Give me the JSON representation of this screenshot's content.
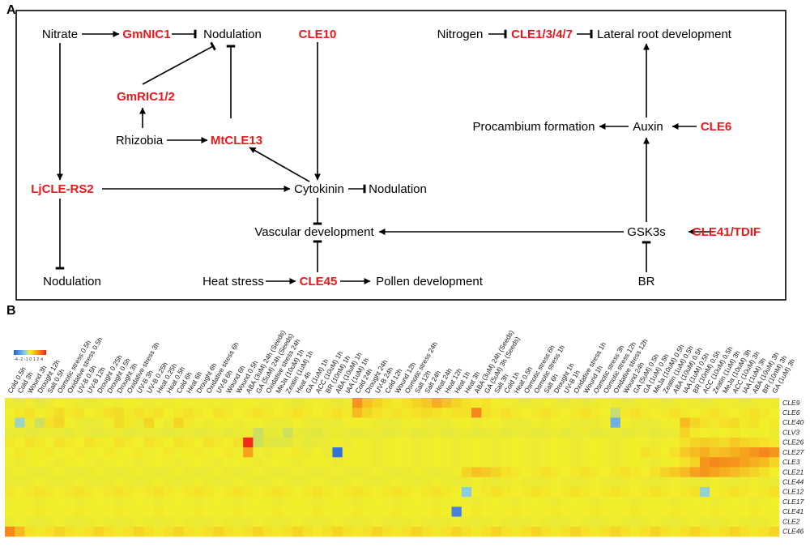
{
  "panel_a": {
    "label": "A",
    "nodes": {
      "nitrate": "Nitrate",
      "gmnic1": "GmNIC1",
      "nodulation_top": "Nodulation",
      "cle10": "CLE10",
      "nitrogen": "Nitrogen",
      "cle1347": "CLE1/3/4/7",
      "lateral_root": "Lateral root development",
      "gmric12": "GmRIC1/2",
      "rhizobia": "Rhizobia",
      "mtcle13": "MtCLE13",
      "procambium": "Procambium formation",
      "auxin": "Auxin",
      "cle6": "CLE6",
      "ljclers2": "LjCLE-RS2",
      "cytokinin": "Cytokinin",
      "nodulation_mid": "Nodulation",
      "vascular": "Vascular development",
      "gsk3s": "GSK3s",
      "cle41": "CLE41/TDIF",
      "nodulation_bottom": "Nodulation",
      "heat_stress": "Heat stress",
      "cle45": "CLE45",
      "pollen": "Pollen development",
      "br": "BR"
    }
  },
  "panel_b": {
    "label": "B",
    "scale_ticks": "-4 -2 -1 0 1 2 4"
  },
  "colors": {
    "red_text": "#e8191c",
    "heat_low": "#1f5fd8",
    "heat_mid": "#f3ee2a",
    "heat_high": "#f01d1a"
  },
  "chart_data": {
    "type": "heatmap",
    "title": "",
    "scale": {
      "min": -4,
      "max": 4,
      "ticks": [
        -4,
        -2,
        -1,
        0,
        1,
        2,
        4
      ]
    },
    "conditions": [
      "Cold 0.5h",
      "Cold 3h",
      "Wound 3h",
      "Drought 12h",
      "Salt 0.5h",
      "Osmotic stress 0.5h",
      "Oxidative stress 0.5h",
      "UV-B 0.5h",
      "UV-B 12h",
      "Drought 0.25h",
      "Drought 0.5h",
      "Drought 3h",
      "Oxidative stress 3h",
      "UV-B 3h",
      "UV-B 0.25h",
      "Heat 0.25h",
      "Heat 0.5h",
      "Cold 6h",
      "Heat 6h",
      "Drought 6h",
      "Oxidative stress 6h",
      "UV-B 6h",
      "Wound 6h",
      "Wound 0.5h",
      "ABA (3uM) 24h (Seeds)",
      "GA (5uM) 24h (Seeds)",
      "Oxidative stress 24h",
      "MeJa (10uM) 1h",
      "Zeatin (1uM) 1h",
      "Heat 4h",
      "GA (1uM) 1h",
      "ACC (10uM) 1h",
      "BR (10nM) 1h",
      "ABA (10uM) 1h",
      "IAA (1uM) 1h",
      "Cold 24h",
      "Drought 24h",
      "UV-B 24h",
      "Cold 12h",
      "Wound 12h",
      "Osmotic stress 24h",
      "Salt 12h",
      "Salt 24h",
      "Heat 24h",
      "Heat 12h",
      "Heat 1h",
      "Heat 3h",
      "ABA (3uM) 24h (Seeds)",
      "GA (5uM) 3h (Seeds)",
      "Salt 3h",
      "Cold 1h",
      "Heat 0.5h",
      "Osmotic stress 6h",
      "Osmotic stress 1h",
      "Salt 6h",
      "Drought 1h",
      "UV-B 1h",
      "Oxidative stress 1h",
      "Wound 1h",
      "Osmotic stress 3h",
      "Osmotic stress 12h",
      "Oxidative stress 12h",
      "Wound 24h",
      "GA (5uM) 0.5h",
      "GA (1uM) 0.5h",
      "MeJa (10uM) 0.5h",
      "Zeatin (1uM) 0.5h",
      "ABA (10uM) 0.5h",
      "IAA (1uM) 0.5h",
      "BR (10nM) 0.5h",
      "ACC (10uM) 0.5h",
      "Zeatin (1uM) 3h",
      "MeJa (10uM) 3h",
      "ACC (10uM) 3h",
      "IAA (1uM) 3h",
      "ABA (10uM) 3h",
      "BR (10nM) 3h",
      "GA (1uM) 3h"
    ],
    "genes": [
      "CLE9",
      "CLE6",
      "CLE40",
      "CLV3",
      "CLE26",
      "CLE27",
      "CLE3",
      "CLE21",
      "CLE44",
      "CLE12",
      "CLE17",
      "CLE41",
      "CLE2",
      "CLE46"
    ],
    "values": [
      [
        0.6,
        0.5,
        0.7,
        0.4,
        0.6,
        0.8,
        0.7,
        0.6,
        0.5,
        0.6,
        0.7,
        0.6,
        0.8,
        0.7,
        0.6,
        0.7,
        0.6,
        0.8,
        0.7,
        0.7,
        0.6,
        0.7,
        0.6,
        0.7,
        0.8,
        0.7,
        0.6,
        0.7,
        0.6,
        0.5,
        0.6,
        0.7,
        0.6,
        0.5,
        0.6,
        2.2,
        1.5,
        1.2,
        1.0,
        0.9,
        1.0,
        1.2,
        1.4,
        1.8,
        1.5,
        1.2,
        1.0,
        0.9,
        1.0,
        0.8,
        0.7,
        0.6,
        0.5,
        0.6,
        0.7,
        0.6,
        0.5,
        0.6,
        0.5,
        0.6,
        0.7,
        0.6,
        0.5,
        0.6,
        0.7,
        0.6,
        0.5,
        0.6,
        0.7,
        0.6,
        0.5,
        0.6,
        0.7,
        0.6,
        0.5,
        0.6,
        0.7,
        0.6
      ],
      [
        0.8,
        0.9,
        1.0,
        0.8,
        0.9,
        1.1,
        0.9,
        1.0,
        0.8,
        0.9,
        1.0,
        1.1,
        0.9,
        1.0,
        0.9,
        1.0,
        0.8,
        0.9,
        1.0,
        0.9,
        0.8,
        1.0,
        0.9,
        0.8,
        0.9,
        1.0,
        0.9,
        0.8,
        0.9,
        1.0,
        0.9,
        0.8,
        0.9,
        1.0,
        0.9,
        1.6,
        1.2,
        1.0,
        0.9,
        1.0,
        0.9,
        1.0,
        1.1,
        1.0,
        0.9,
        1.0,
        1.0,
        2.4,
        1.0,
        0.9,
        1.0,
        0.9,
        0.8,
        0.9,
        1.0,
        0.9,
        0.8,
        0.9,
        1.0,
        0.9,
        0.8,
        -0.4,
        0.9,
        1.0,
        0.9,
        0.8,
        0.9,
        1.0,
        0.9,
        0.8,
        0.9,
        1.0,
        0.9,
        0.8,
        0.9,
        1.0,
        0.9,
        0.8
      ],
      [
        0.7,
        -1.2,
        0.6,
        -0.2,
        1.0,
        1.2,
        0.8,
        0.6,
        0.5,
        0.6,
        0.7,
        1.1,
        0.9,
        0.6,
        1.2,
        0.8,
        0.6,
        1.2,
        0.9,
        0.7,
        0.6,
        0.8,
        0.7,
        0.6,
        0.7,
        0.8,
        0.6,
        0.5,
        0.6,
        0.8,
        0.6,
        0.5,
        0.6,
        0.5,
        0.7,
        0.8,
        0.7,
        0.6,
        0.5,
        0.6,
        0.7,
        0.8,
        0.6,
        0.5,
        0.6,
        0.7,
        0.8,
        0.6,
        0.7,
        0.8,
        0.6,
        0.5,
        0.6,
        0.7,
        0.6,
        0.8,
        0.7,
        0.6,
        0.5,
        0.6,
        0.7,
        -2.2,
        0.8,
        0.6,
        0.5,
        0.6,
        0.7,
        0.8,
        1.6,
        1.2,
        1.0,
        0.9,
        1.0,
        1.1,
        0.9,
        1.0,
        0.8,
        0.9
      ],
      [
        0.5,
        0.6,
        0.4,
        0.5,
        0.6,
        0.5,
        0.4,
        0.6,
        0.5,
        0.4,
        0.5,
        0.6,
        0.4,
        0.5,
        0.6,
        0.5,
        0.4,
        0.5,
        0.6,
        0.4,
        0.5,
        0.6,
        0.4,
        0.5,
        0.6,
        -0.3,
        0.4,
        0.5,
        -0.2,
        0.5,
        0.4,
        0.3,
        0.5,
        0.6,
        0.5,
        0.4,
        0.5,
        0.6,
        0.4,
        0.5,
        0.6,
        0.4,
        0.5,
        0.6,
        0.4,
        0.5,
        0.6,
        0.4,
        0.5,
        0.6,
        0.4,
        0.5,
        0.6,
        0.4,
        0.5,
        0.6,
        0.4,
        0.5,
        0.6,
        0.4,
        0.5,
        0.6,
        0.4,
        0.5,
        0.6,
        0.4,
        0.5,
        0.6,
        1.2,
        0.9,
        0.8,
        0.7,
        0.8,
        0.9,
        0.8,
        0.7,
        0.8,
        0.6
      ],
      [
        0.9,
        0.8,
        1.0,
        0.9,
        0.8,
        1.0,
        0.9,
        0.8,
        1.0,
        0.9,
        0.8,
        1.0,
        0.9,
        0.8,
        1.0,
        0.9,
        0.8,
        1.0,
        0.9,
        0.8,
        1.0,
        0.9,
        0.8,
        1.0,
        3.8,
        -0.2,
        0.3,
        0.2,
        0.3,
        0.6,
        0.4,
        0.5,
        0.6,
        0.7,
        0.6,
        0.8,
        0.7,
        0.6,
        0.7,
        0.8,
        0.7,
        0.6,
        0.7,
        0.8,
        0.7,
        0.6,
        0.7,
        0.8,
        0.7,
        0.6,
        0.7,
        0.8,
        0.7,
        0.6,
        0.7,
        0.8,
        0.7,
        0.6,
        0.7,
        0.8,
        0.7,
        0.6,
        0.7,
        0.8,
        0.7,
        0.6,
        0.7,
        0.8,
        1.0,
        1.2,
        1.3,
        1.2,
        1.1,
        1.4,
        1.2,
        1.1,
        1.0,
        0.9
      ],
      [
        0.8,
        0.9,
        0.7,
        0.8,
        0.9,
        0.7,
        0.8,
        0.9,
        0.7,
        0.8,
        0.9,
        0.7,
        0.8,
        0.9,
        0.7,
        0.8,
        0.9,
        0.7,
        0.8,
        0.9,
        0.7,
        0.8,
        0.9,
        0.7,
        2.0,
        0.7,
        0.6,
        0.7,
        0.8,
        0.9,
        0.6,
        0.8,
        0.6,
        -3.6,
        0.7,
        0.8,
        0.7,
        0.6,
        0.7,
        0.8,
        0.7,
        0.6,
        0.7,
        0.8,
        0.7,
        0.6,
        0.7,
        0.8,
        0.7,
        0.6,
        0.7,
        0.8,
        0.7,
        0.6,
        0.7,
        0.8,
        0.7,
        0.6,
        0.7,
        0.8,
        0.7,
        0.6,
        0.7,
        0.8,
        1.0,
        0.9,
        0.8,
        1.0,
        1.4,
        1.6,
        1.8,
        1.5,
        1.6,
        1.8,
        2.0,
        2.2,
        2.4,
        2.2
      ],
      [
        0.7,
        0.6,
        0.7,
        0.8,
        0.7,
        0.6,
        0.7,
        0.8,
        0.7,
        0.6,
        0.7,
        0.8,
        0.7,
        0.6,
        0.7,
        0.8,
        0.7,
        0.6,
        0.7,
        0.8,
        0.7,
        0.6,
        0.7,
        0.8,
        0.7,
        0.6,
        0.7,
        0.8,
        0.7,
        0.6,
        0.7,
        0.8,
        0.7,
        0.6,
        0.7,
        0.8,
        0.7,
        0.6,
        0.7,
        0.8,
        0.7,
        0.6,
        0.7,
        0.8,
        0.7,
        0.6,
        0.7,
        0.8,
        0.7,
        0.6,
        0.7,
        0.8,
        0.7,
        0.6,
        0.7,
        0.8,
        0.7,
        0.6,
        0.7,
        0.8,
        0.7,
        0.6,
        0.7,
        0.8,
        0.7,
        0.6,
        0.7,
        0.8,
        1.0,
        1.2,
        2.2,
        2.4,
        2.3,
        2.2,
        2.0,
        1.8,
        1.6,
        1.2
      ],
      [
        0.6,
        0.7,
        0.6,
        0.5,
        0.6,
        0.7,
        0.6,
        0.5,
        0.6,
        0.7,
        0.6,
        0.5,
        0.6,
        0.7,
        0.6,
        0.5,
        0.6,
        0.7,
        0.6,
        0.5,
        0.6,
        0.7,
        0.6,
        0.5,
        0.6,
        0.7,
        0.6,
        0.5,
        0.6,
        0.7,
        0.6,
        0.5,
        0.6,
        0.7,
        0.6,
        0.5,
        0.6,
        0.7,
        0.6,
        0.5,
        0.6,
        0.7,
        0.6,
        0.5,
        0.6,
        0.7,
        1.2,
        1.5,
        1.4,
        1.2,
        1.0,
        0.9,
        0.8,
        0.9,
        1.0,
        0.9,
        0.8,
        0.9,
        1.0,
        0.9,
        0.8,
        0.9,
        1.0,
        0.9,
        0.8,
        1.0,
        1.2,
        1.4,
        1.6,
        2.0,
        2.2,
        2.0,
        1.8,
        1.6,
        1.4,
        1.2,
        1.0,
        0.8
      ],
      [
        0.6,
        0.5,
        0.6,
        0.7,
        0.6,
        0.5,
        0.6,
        0.7,
        0.6,
        0.5,
        0.6,
        0.7,
        0.6,
        0.5,
        0.6,
        0.7,
        0.6,
        0.5,
        0.6,
        0.7,
        0.6,
        0.5,
        0.6,
        0.7,
        0.6,
        0.5,
        0.6,
        0.7,
        0.6,
        0.5,
        0.6,
        0.7,
        0.6,
        0.5,
        0.6,
        0.7,
        0.6,
        0.5,
        0.6,
        0.7,
        0.6,
        0.5,
        0.6,
        0.7,
        0.6,
        0.5,
        0.6,
        0.7,
        0.6,
        0.5,
        0.6,
        0.7,
        0.6,
        0.5,
        0.6,
        0.7,
        0.6,
        0.5,
        0.6,
        0.7,
        0.6,
        0.5,
        0.6,
        0.7,
        0.6,
        0.5,
        0.6,
        0.7,
        0.6,
        0.5,
        0.6,
        0.7,
        0.6,
        0.5,
        0.6,
        0.7,
        0.6,
        0.5
      ],
      [
        0.9,
        0.8,
        0.9,
        1.0,
        0.9,
        0.8,
        0.9,
        1.0,
        0.9,
        0.8,
        0.9,
        1.0,
        0.9,
        0.8,
        0.9,
        1.0,
        0.9,
        0.8,
        0.9,
        1.0,
        0.9,
        0.8,
        0.9,
        1.0,
        0.9,
        0.8,
        0.9,
        1.0,
        0.9,
        0.8,
        0.9,
        1.0,
        0.9,
        0.8,
        0.9,
        1.0,
        0.9,
        0.8,
        0.9,
        1.0,
        0.9,
        0.8,
        0.9,
        1.0,
        0.9,
        0.8,
        -1.6,
        0.8,
        0.9,
        1.0,
        0.9,
        0.8,
        0.9,
        1.0,
        0.9,
        0.8,
        0.9,
        1.0,
        0.9,
        0.8,
        0.9,
        1.0,
        0.9,
        0.8,
        0.9,
        1.0,
        0.9,
        0.8,
        0.9,
        1.0,
        -1.4,
        0.8,
        0.9,
        1.0,
        0.9,
        0.8,
        0.9,
        1.0
      ],
      [
        0.7,
        0.8,
        0.7,
        0.6,
        0.7,
        0.8,
        0.7,
        0.6,
        0.7,
        0.8,
        0.7,
        0.6,
        0.7,
        0.8,
        0.7,
        0.6,
        0.7,
        0.8,
        0.7,
        0.6,
        0.7,
        0.8,
        0.7,
        0.6,
        0.7,
        0.8,
        0.7,
        0.6,
        0.7,
        0.8,
        0.7,
        0.6,
        0.7,
        0.8,
        0.7,
        0.6,
        0.7,
        0.8,
        0.7,
        0.6,
        0.7,
        0.8,
        0.7,
        0.6,
        0.7,
        0.8,
        0.7,
        0.6,
        0.7,
        0.8,
        0.7,
        0.6,
        0.7,
        0.8,
        0.7,
        0.6,
        0.7,
        0.8,
        0.7,
        0.6,
        0.7,
        0.8,
        0.7,
        0.6,
        0.7,
        0.8,
        0.7,
        0.6,
        0.7,
        0.8,
        0.7,
        0.6,
        0.7,
        0.8,
        0.7,
        0.6,
        0.7,
        0.8
      ],
      [
        0.8,
        0.7,
        0.8,
        0.9,
        0.8,
        0.7,
        0.8,
        0.9,
        0.8,
        0.7,
        0.8,
        0.9,
        0.8,
        0.7,
        0.8,
        0.9,
        0.8,
        0.7,
        0.8,
        0.9,
        0.8,
        0.7,
        0.8,
        0.9,
        0.8,
        0.7,
        0.8,
        0.9,
        0.8,
        0.7,
        0.8,
        0.9,
        0.8,
        0.7,
        0.8,
        0.9,
        0.8,
        0.7,
        0.8,
        0.9,
        0.8,
        0.7,
        0.8,
        0.9,
        0.8,
        -3.2,
        0.8,
        0.9,
        0.8,
        0.7,
        0.8,
        0.9,
        0.8,
        0.7,
        0.8,
        0.9,
        0.8,
        0.7,
        0.8,
        0.9,
        0.8,
        0.7,
        0.8,
        0.9,
        0.8,
        0.7,
        0.8,
        0.9,
        0.8,
        0.7,
        0.8,
        0.9,
        0.8,
        0.7,
        0.8,
        0.9,
        0.8,
        0.7
      ],
      [
        0.6,
        0.7,
        0.6,
        0.5,
        0.6,
        0.7,
        0.6,
        0.5,
        0.6,
        0.7,
        0.6,
        0.5,
        0.6,
        0.7,
        0.6,
        0.5,
        0.6,
        0.7,
        0.6,
        0.5,
        0.6,
        0.7,
        0.6,
        0.5,
        0.6,
        0.7,
        0.6,
        0.5,
        0.6,
        0.7,
        0.6,
        0.5,
        0.6,
        0.7,
        0.6,
        0.5,
        0.6,
        0.7,
        0.6,
        0.5,
        0.6,
        0.7,
        0.6,
        0.5,
        0.6,
        0.7,
        0.6,
        0.5,
        0.6,
        0.7,
        0.6,
        0.5,
        0.6,
        0.7,
        0.6,
        0.5,
        0.6,
        0.7,
        0.6,
        0.5,
        0.6,
        0.7,
        0.6,
        0.5,
        0.6,
        0.7,
        0.6,
        0.5,
        0.6,
        0.7,
        0.6,
        0.5,
        0.6,
        0.7,
        0.6,
        0.5,
        0.6,
        0.7
      ],
      [
        2.4,
        1.6,
        1.0,
        0.9,
        1.0,
        1.2,
        1.0,
        0.9,
        1.0,
        1.2,
        1.0,
        0.9,
        1.0,
        1.2,
        1.0,
        0.9,
        1.0,
        1.2,
        1.0,
        0.9,
        1.0,
        1.2,
        1.0,
        0.9,
        1.0,
        1.2,
        1.0,
        0.9,
        1.0,
        1.2,
        1.0,
        0.9,
        1.0,
        1.2,
        1.0,
        0.9,
        1.0,
        1.2,
        1.0,
        0.9,
        1.0,
        1.2,
        1.0,
        0.9,
        1.0,
        1.2,
        1.0,
        0.9,
        1.0,
        1.2,
        1.0,
        0.9,
        1.0,
        1.2,
        1.0,
        0.9,
        1.0,
        1.2,
        1.0,
        0.9,
        1.0,
        1.2,
        1.0,
        0.9,
        1.0,
        1.2,
        1.0,
        0.9,
        1.0,
        1.2,
        1.0,
        0.9,
        1.0,
        1.2,
        1.0,
        0.9,
        1.0,
        1.2
      ]
    ]
  }
}
